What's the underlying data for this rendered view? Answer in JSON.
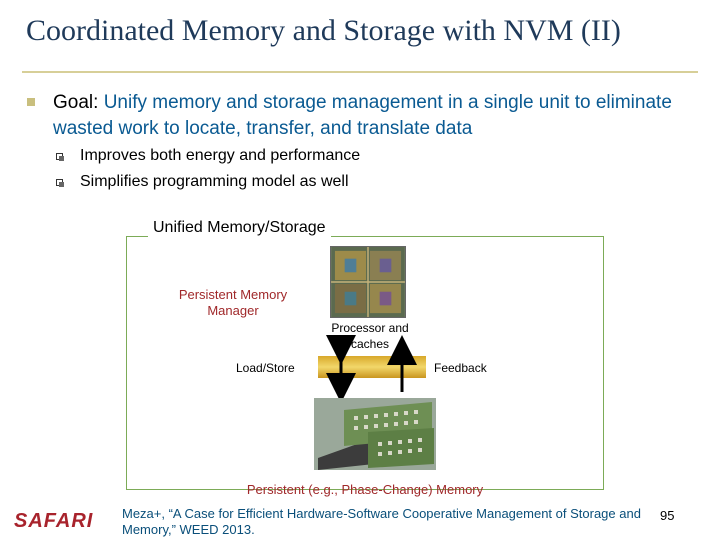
{
  "title": "Coordinated Memory and Storage with NVM (II)",
  "goal": {
    "prefix": "Goal: ",
    "text": "Unify memory and storage management in a single unit to eliminate wasted work to locate, transfer, and translate data"
  },
  "sub_bullets": [
    "Improves both energy and performance",
    "Simplifies programming model as well"
  ],
  "diagram": {
    "box_label": "Unified Memory/Storage",
    "pmm_label": "Persistent Memory Manager",
    "processor_label": "Processor and caches",
    "load_store": "Load/Store",
    "feedback": "Feedback",
    "persistent_label": "Persistent (e.g., Phase-Change) Memory"
  },
  "footer": {
    "logo": "SAFARI",
    "citation": "Meza+, “A Case for Efficient Hardware-Software Cooperative Management of Storage and Memory,” WEED 2013.",
    "page": "95"
  }
}
